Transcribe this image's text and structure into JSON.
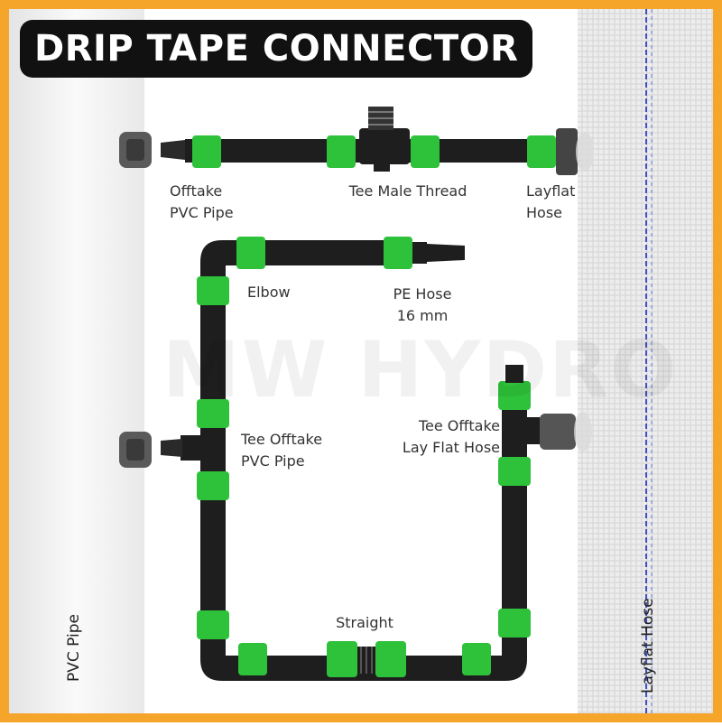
{
  "title": "DRIP TAPE CONNECTOR",
  "watermark": "MW HYDRO",
  "colors": {
    "frame": "#f4a52a",
    "title_bg": "#111111",
    "fitting_green": "#2ec13a",
    "pipe_black": "#1e1e1e",
    "gray_gasket": "#5a5a5a",
    "pvc_pipe": "#f1f1f1",
    "layflat_hose": "#ececec",
    "stitch_blue": "#3c54c8"
  },
  "labels": {
    "offtake_pvc": "Offtake\nPVC Pipe",
    "tee_male_thread": "Tee Male Thread",
    "layflat_top": "Layflat\nHose",
    "elbow": "Elbow",
    "pe_hose": "PE Hose\n16 mm",
    "tee_offtake_pvc": "Tee Offtake\nPVC Pipe",
    "tee_offtake_layflat": "Tee Offtake\nLay Flat Hose",
    "straight": "Straight",
    "pvc_pipe_side": "PVC Pipe",
    "layflat_side": "Layflat Hose"
  }
}
